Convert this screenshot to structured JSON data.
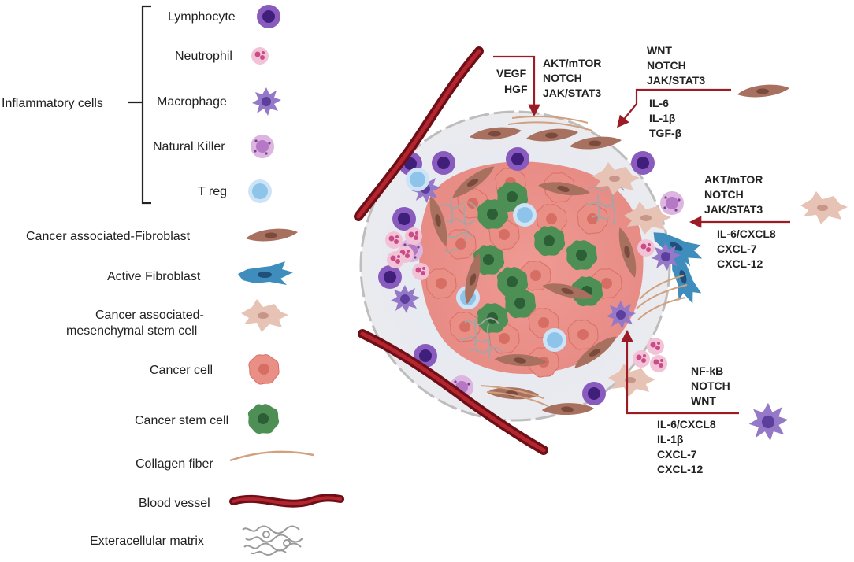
{
  "legend": {
    "group_label": "Inflammatory cells",
    "inflammatory": [
      "Lymphocyte",
      "Neutrophil",
      "Macrophage",
      "Natural Killer",
      "T reg"
    ],
    "items": [
      "Cancer associated-Fibroblast",
      "Active Fibroblast",
      "Cancer associated-",
      "mesenchymal stem cell",
      "Cancer cell",
      "Cancer stem cell",
      "Collagen fiber",
      "Blood vessel",
      "Exteracellular matrix"
    ]
  },
  "signals": {
    "vessel": {
      "factors": [
        "VEGF",
        "HGF"
      ],
      "pathways": [
        "AKT/mTOR",
        "NOTCH",
        "JAK/STAT3"
      ]
    },
    "fibroblast": {
      "pathways": [
        "WNT",
        "NOTCH",
        "JAK/STAT3"
      ],
      "factors": [
        "IL-6",
        "IL-1β",
        "TGF-β"
      ]
    },
    "msc": {
      "pathways": [
        "AKT/mTOR",
        "NOTCH",
        "JAK/STAT3"
      ],
      "factors": [
        "IL-6/CXCL8",
        "CXCL-7",
        "CXCL-12"
      ]
    },
    "macrophage": {
      "pathways": [
        "NF-kB",
        "NOTCH",
        "WNT"
      ],
      "factors": [
        "IL-6/CXCL8",
        "IL-1β",
        "CXCL-7",
        "CXCL-12"
      ]
    }
  },
  "colors": {
    "arrow": "#9b1c25",
    "lymphocyte": "#8a5bbf",
    "neutrophil": "#e9a7c2",
    "macrophage": "#9579c8",
    "nk": "#c99ad3",
    "treg": "#8ec3ea",
    "caf": "#a8705f",
    "active_fibroblast": "#3e8dbd",
    "msc": "#e7c3b6",
    "cancer_cell": "#ea8f86",
    "cancer_stem": "#4d8f55",
    "collagen": "#d2a07e",
    "vessel": "#9b1c25",
    "ecm": "#9a9a9a"
  }
}
